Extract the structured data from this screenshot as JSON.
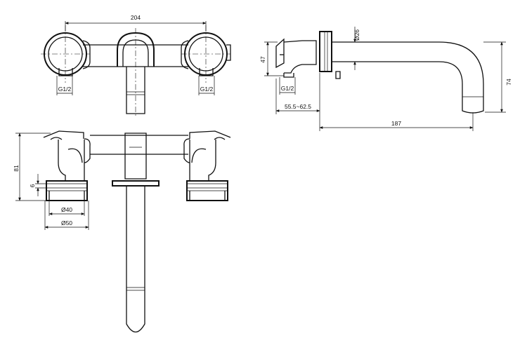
{
  "dimensions": {
    "top_width": "204",
    "thread_left": "G1/2",
    "thread_right": "G1/2",
    "side_diameter": "Ø26",
    "side_height": "47",
    "side_thread": "G1/2",
    "wall_depth": "55.5~62.5",
    "spout_length": "187",
    "spout_height": "74",
    "front_height": "81",
    "flange_thickness": "6",
    "inner_diameter": "Ø40",
    "outer_diameter": "Ø50"
  }
}
